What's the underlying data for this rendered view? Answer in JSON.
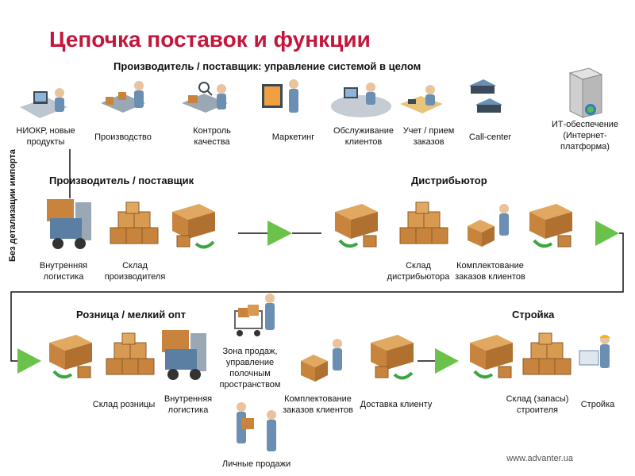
{
  "title": "Цепочка поставок и функции",
  "top_heading": "Производитель / поставщик: управление системой в целом",
  "vertical_label": "Без детализации импорта",
  "footer": "www.advanter.ua",
  "colors": {
    "title": "#c4163a",
    "arrow": "#6ac24a",
    "box": "#c8843c",
    "person": "#6a8fb2",
    "line": "#111111"
  },
  "functions": [
    {
      "label": "НИОКР, новые\nпродукты",
      "icon": "rnd-workstation-icon"
    },
    {
      "label": "Производство",
      "icon": "production-icon"
    },
    {
      "label": "Контроль\nкачества",
      "icon": "quality-control-icon"
    },
    {
      "label": "Маркетинг",
      "icon": "marketing-icon"
    },
    {
      "label": "Обслуживание\nклиентов",
      "icon": "customer-service-icon"
    },
    {
      "label": "Учет / прием\nзаказов",
      "icon": "order-taking-icon"
    },
    {
      "label": "Call-center",
      "icon": "call-center-icon"
    },
    {
      "label": "ИТ-обеспечение\n(Интернет-\nплатформа)",
      "icon": "server-icon"
    }
  ],
  "sections": {
    "manufacturer": "Производитель / поставщик",
    "distributor": "Дистрибьютор",
    "retail": "Розница / мелкий опт",
    "construction": "Стройка"
  },
  "nodes": {
    "internal_logistics_1": "Внутренняя\nлогистика",
    "manufacturer_warehouse": "Склад\nпроизводителя",
    "distributor_warehouse": "Склад\nдистрибьютора",
    "order_picking_1": "Комплектование\nзаказов клиентов",
    "retail_warehouse": "Склад розницы",
    "internal_logistics_2": "Внутренняя\nлогистика",
    "sales_zone": "Зона продаж,\nуправление\nполочным\nпространством",
    "order_picking_2": "Комплектование\nзаказов клиентов",
    "personal_sales": "Личные продажи",
    "delivery": "Доставка клиенту",
    "builder_warehouse": "Склад (запасы)\nстроителя",
    "construction_site": "Стройка"
  }
}
